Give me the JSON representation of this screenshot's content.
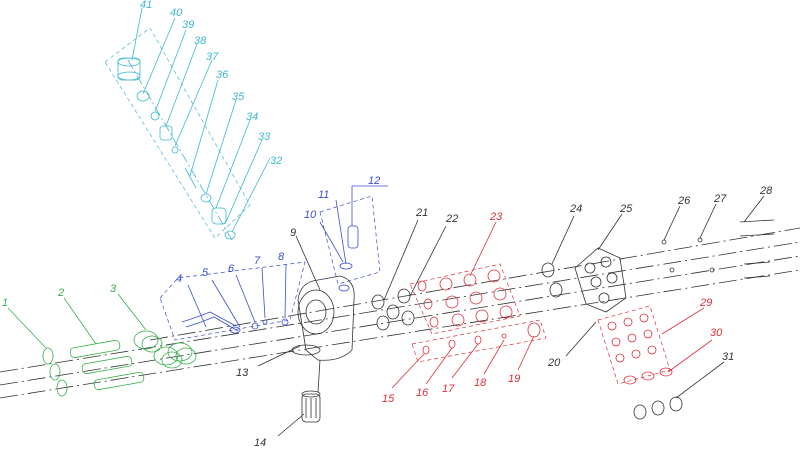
{
  "colors": {
    "cyan": "#3fb8d4",
    "blue": "#3a4fd0",
    "green": "#38b04a",
    "red": "#e0303a",
    "black": "#333333"
  },
  "labels": {
    "n1": "1",
    "n2": "2",
    "n3": "3",
    "n4": "4",
    "n5": "5",
    "n6": "6",
    "n7": "7",
    "n8": "8",
    "n9": "9",
    "n10": "10",
    "n11": "11",
    "n12": "12",
    "n13": "13",
    "n14": "14",
    "n15": "15",
    "n16": "16",
    "n17": "17",
    "n18": "18",
    "n19": "19",
    "n20": "20",
    "n21": "21",
    "n22": "22",
    "n23": "23",
    "n24": "24",
    "n25": "25",
    "n26": "26",
    "n27": "27",
    "n28": "28",
    "n29": "29",
    "n30": "30",
    "n31": "31",
    "n32": "32",
    "n33": "33",
    "n34": "34",
    "n35": "35",
    "n36": "36",
    "n37": "37",
    "n38": "38",
    "n39": "39",
    "n40": "40",
    "n41": "41"
  }
}
